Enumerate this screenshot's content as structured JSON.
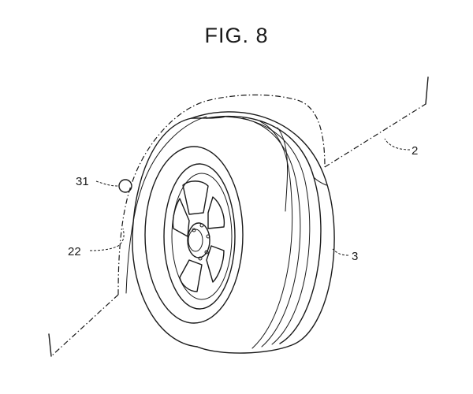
{
  "figure": {
    "title": "FIG. 8"
  },
  "labels": {
    "body": "2",
    "tire": "3",
    "sensor": "31",
    "wheel_well": "22"
  }
}
